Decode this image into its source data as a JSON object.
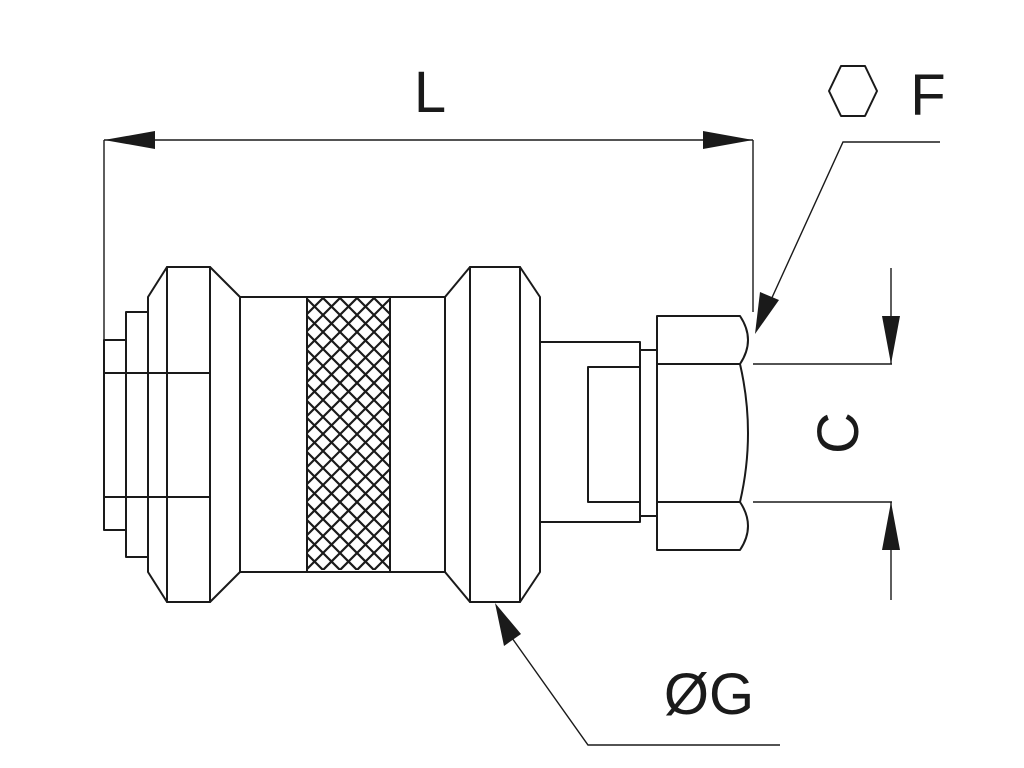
{
  "diagram": {
    "dimension_length": "L",
    "dimension_hex": "F",
    "dimension_thread": "C",
    "dimension_diameter": "ØG",
    "hex_icon": "hexagon-icon",
    "line_color": "#1a1a1a",
    "background": "#ffffff"
  }
}
